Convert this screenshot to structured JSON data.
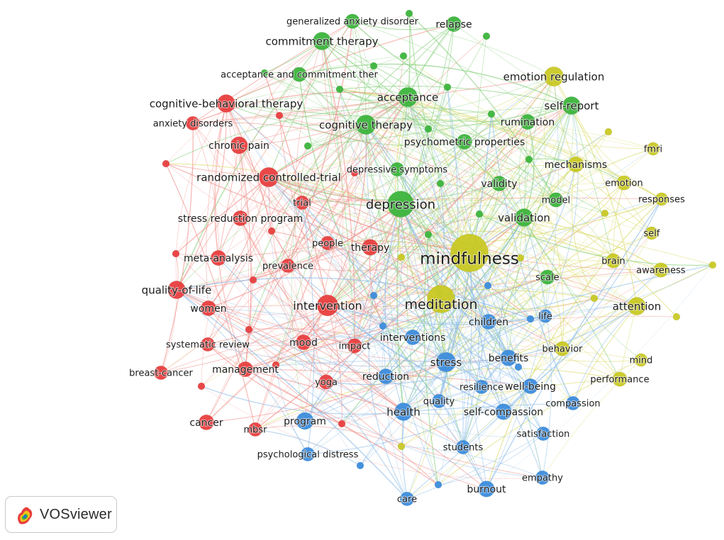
{
  "logo": {
    "text": "VOSviewer",
    "icon": "vosviewer-logo-icon"
  },
  "cluster_colors": {
    "red": "#e83e3e",
    "green": "#3cb43c",
    "yellow": "#c8c81e",
    "blue": "#3c8cdc"
  },
  "edge_colors": {
    "red": "#f0908a",
    "green": "#84cf7a",
    "yellow": "#dcdc6e",
    "blue": "#8cbce8"
  },
  "nodes": [
    {
      "id": "mindfulness",
      "label": "mindfulness",
      "cluster": "yellow",
      "weight": 10
    },
    {
      "id": "meditation",
      "label": "meditation",
      "cluster": "yellow",
      "weight": 7
    },
    {
      "id": "depression",
      "label": "depression",
      "cluster": "green",
      "weight": 6.5
    },
    {
      "id": "emotion-regulation",
      "label": "emotion regulation",
      "cluster": "yellow",
      "weight": 4.5
    },
    {
      "id": "attention",
      "label": "attention",
      "cluster": "yellow",
      "weight": 4
    },
    {
      "id": "mechanisms",
      "label": "mechanisms",
      "cluster": "yellow",
      "weight": 3.3
    },
    {
      "id": "emotion",
      "label": "emotion",
      "cluster": "yellow",
      "weight": 3
    },
    {
      "id": "brain",
      "label": "brain",
      "cluster": "yellow",
      "weight": 3
    },
    {
      "id": "awareness",
      "label": "awareness",
      "cluster": "yellow",
      "weight": 3
    },
    {
      "id": "fmri",
      "label": "fmri",
      "cluster": "yellow",
      "weight": 2.5
    },
    {
      "id": "responses",
      "label": "responses",
      "cluster": "yellow",
      "weight": 2.5
    },
    {
      "id": "self",
      "label": "self",
      "cluster": "yellow",
      "weight": 2.5
    },
    {
      "id": "behavior",
      "label": "behavior",
      "cluster": "yellow",
      "weight": 3
    },
    {
      "id": "mind",
      "label": "mind",
      "cluster": "yellow",
      "weight": 2.5
    },
    {
      "id": "performance",
      "label": "performance",
      "cluster": "yellow",
      "weight": 3
    },
    {
      "id": "acceptance",
      "label": "acceptance",
      "cluster": "green",
      "weight": 4.5
    },
    {
      "id": "cognitive-therapy",
      "label": "cognitive therapy",
      "cluster": "green",
      "weight": 4.5
    },
    {
      "id": "commitment-therapy",
      "label": "commitment therapy",
      "cluster": "green",
      "weight": 4
    },
    {
      "id": "acceptance-and-commitment-ther",
      "label": "acceptance and commitment ther",
      "cluster": "green",
      "weight": 3
    },
    {
      "id": "generalized-anxiety-disorder",
      "label": "generalized anxiety disorder",
      "cluster": "green",
      "weight": 3
    },
    {
      "id": "relapse",
      "label": "relapse",
      "cluster": "green",
      "weight": 3.2
    },
    {
      "id": "self-report",
      "label": "self-report",
      "cluster": "green",
      "weight": 4
    },
    {
      "id": "rumination",
      "label": "rumination",
      "cluster": "green",
      "weight": 3.2
    },
    {
      "id": "psychometric-properties",
      "label": "psychometric properties",
      "cluster": "green",
      "weight": 3.2
    },
    {
      "id": "depressive-symptoms",
      "label": "depressive symptoms",
      "cluster": "green",
      "weight": 2.8
    },
    {
      "id": "validity",
      "label": "validity",
      "cluster": "green",
      "weight": 3.2
    },
    {
      "id": "model",
      "label": "model",
      "cluster": "green",
      "weight": 3
    },
    {
      "id": "validation",
      "label": "validation",
      "cluster": "green",
      "weight": 4
    },
    {
      "id": "scale",
      "label": "scale",
      "cluster": "green",
      "weight": 3
    },
    {
      "id": "cognitive-behavioral-therapy",
      "label": "cognitive-behavioral therapy",
      "cluster": "red",
      "weight": 4
    },
    {
      "id": "anxiety-disorders",
      "label": "anxiety disorders",
      "cluster": "red",
      "weight": 2.8
    },
    {
      "id": "chronic-pain",
      "label": "chronic pain",
      "cluster": "red",
      "weight": 3.8
    },
    {
      "id": "randomized-controlled-trial",
      "label": "randomized controlled-trial",
      "cluster": "red",
      "weight": 4.5
    },
    {
      "id": "trial",
      "label": "trial",
      "cluster": "red",
      "weight": 2.8
    },
    {
      "id": "stress-reduction-program",
      "label": "stress reduction program",
      "cluster": "red",
      "weight": 3.2
    },
    {
      "id": "people",
      "label": "people",
      "cluster": "red",
      "weight": 2.8
    },
    {
      "id": "therapy",
      "label": "therapy",
      "cluster": "red",
      "weight": 3.5
    },
    {
      "id": "meta-analysis",
      "label": "meta-analysis",
      "cluster": "red",
      "weight": 3.2
    },
    {
      "id": "prevalence",
      "label": "prevalence",
      "cluster": "red",
      "weight": 2.8
    },
    {
      "id": "quality-of-life",
      "label": "quality-of-life",
      "cluster": "red",
      "weight": 4
    },
    {
      "id": "women",
      "label": "women",
      "cluster": "red",
      "weight": 3.2
    },
    {
      "id": "intervention",
      "label": "intervention",
      "cluster": "red",
      "weight": 5
    },
    {
      "id": "mood",
      "label": "mood",
      "cluster": "red",
      "weight": 3.2
    },
    {
      "id": "impact",
      "label": "impact",
      "cluster": "red",
      "weight": 3
    },
    {
      "id": "systematic-review",
      "label": "systematic review",
      "cluster": "red",
      "weight": 2.8
    },
    {
      "id": "breast-cancer",
      "label": "breast-cancer",
      "cluster": "red",
      "weight": 2.8
    },
    {
      "id": "management",
      "label": "management",
      "cluster": "red",
      "weight": 3.2
    },
    {
      "id": "yoga",
      "label": "yoga",
      "cluster": "red",
      "weight": 3
    },
    {
      "id": "cancer",
      "label": "cancer",
      "cluster": "red",
      "weight": 3.2
    },
    {
      "id": "mbsr",
      "label": "mbsr",
      "cluster": "red",
      "weight": 2.8
    },
    {
      "id": "stress",
      "label": "stress",
      "cluster": "blue",
      "weight": 4.5
    },
    {
      "id": "interventions",
      "label": "interventions",
      "cluster": "blue",
      "weight": 3.2
    },
    {
      "id": "children",
      "label": "children",
      "cluster": "blue",
      "weight": 3.2
    },
    {
      "id": "life",
      "label": "life",
      "cluster": "blue",
      "weight": 2.6
    },
    {
      "id": "benefits",
      "label": "benefits",
      "cluster": "blue",
      "weight": 3.5
    },
    {
      "id": "reduction",
      "label": "reduction",
      "cluster": "blue",
      "weight": 3.2
    },
    {
      "id": "resilience",
      "label": "resilience",
      "cluster": "blue",
      "weight": 2.8
    },
    {
      "id": "well-being",
      "label": "well-being",
      "cluster": "blue",
      "weight": 3.2
    },
    {
      "id": "health",
      "label": "health",
      "cluster": "blue",
      "weight": 4
    },
    {
      "id": "quality",
      "label": "quality",
      "cluster": "blue",
      "weight": 2.8
    },
    {
      "id": "self-compassion",
      "label": "self-compassion",
      "cluster": "blue",
      "weight": 3.5
    },
    {
      "id": "compassion",
      "label": "compassion",
      "cluster": "blue",
      "weight": 2.8
    },
    {
      "id": "program",
      "label": "program",
      "cluster": "blue",
      "weight": 3.8
    },
    {
      "id": "satisfaction",
      "label": "satisfaction",
      "cluster": "blue",
      "weight": 2.8
    },
    {
      "id": "students",
      "label": "students",
      "cluster": "blue",
      "weight": 2.8
    },
    {
      "id": "psychological-distress",
      "label": "psychological distress",
      "cluster": "blue",
      "weight": 2.8
    },
    {
      "id": "empathy",
      "label": "empathy",
      "cluster": "blue",
      "weight": 2.8
    },
    {
      "id": "burnout",
      "label": "burnout",
      "cluster": "blue",
      "weight": 3.5
    },
    {
      "id": "care",
      "label": "care",
      "cluster": "blue",
      "weight": 2.8
    }
  ]
}
